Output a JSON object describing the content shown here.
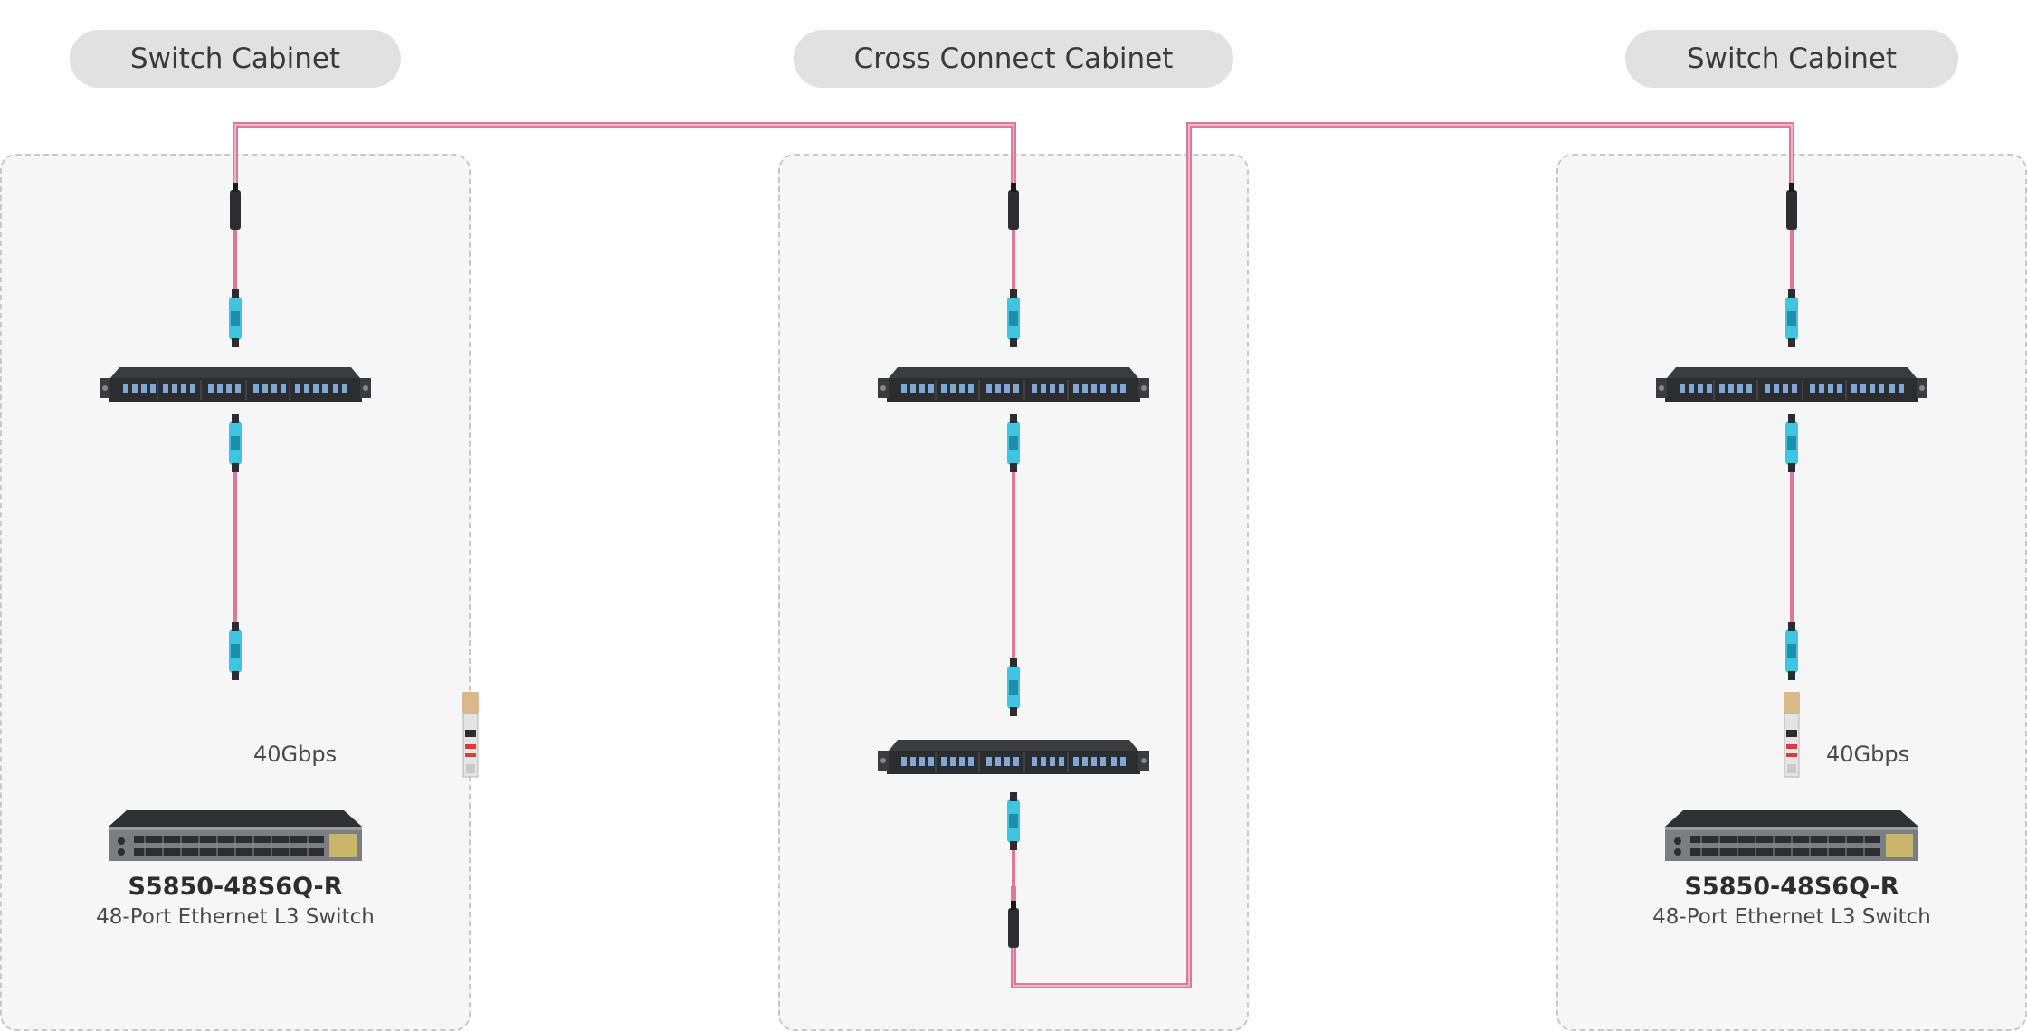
{
  "cabinets": [
    {
      "label": "Switch Cabinet"
    },
    {
      "label": "Cross Connect Cabinet"
    },
    {
      "label": "Switch Cabinet"
    }
  ],
  "left_stack": {
    "speed": "40Gbps",
    "switch_model": "S5850-48S6Q-R",
    "switch_desc": "48-Port Ethernet L3 Switch"
  },
  "right_stack": {
    "speed": "40Gbps",
    "switch_model": "S5850-48S6Q-R",
    "switch_desc": "48-Port Ethernet L3 Switch"
  },
  "colors": {
    "fiber": "#e0769c",
    "connector": "#3ec6e0",
    "panel": "#2b2d31",
    "cabinet_bg": "#f6f6f6",
    "label_bg": "#e1e1e1"
  },
  "icons": {
    "panel": "fiber-patch-panel-icon",
    "transceiver": "qsfp-transceiver-icon",
    "switch": "ethernet-switch-icon",
    "connector": "mtp-connector-icon"
  }
}
